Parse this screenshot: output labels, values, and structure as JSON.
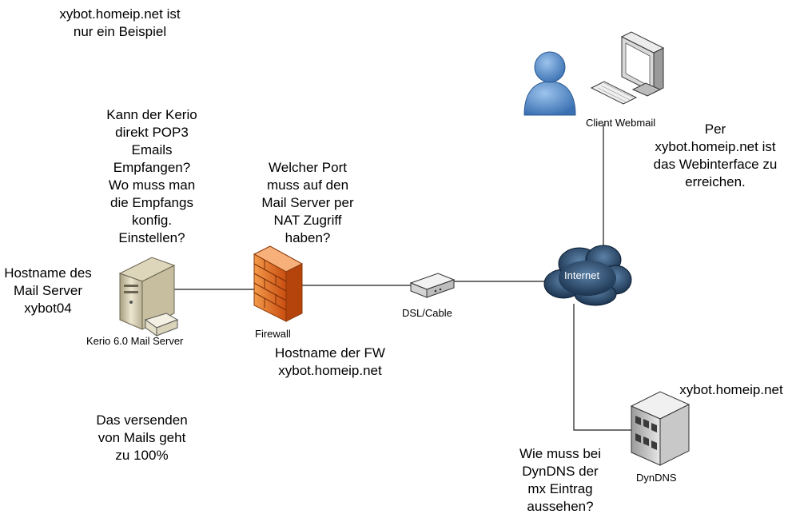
{
  "notes": {
    "example": "xybot.homeip.net ist\nnur ein Beispiel",
    "pop3_question": "Kann der Kerio\ndirekt POP3\nEmails\nEmpfangen?\nWo muss man\ndie Empfangs\nkonfig.\nEinstellen?",
    "mail_hostname": "Hostname des\nMail Server\nxybot04",
    "sending": "Das versenden\nvon Mails geht\nzu 100%",
    "port_question": "Welcher Port\nmuss auf den\nMail Server per\nNAT Zugriff\nhaben?",
    "fw_hostname": "Hostname der FW\nxybot.homeip.net",
    "webinterface": "Per\nxybot.homeip.net ist\ndas Webinterface zu\nerreichen.",
    "dyndns_host": "xybot.homeip.net",
    "mx_question": "Wie muss bei\nDynDNS der\nmx Eintrag\naussehen?"
  },
  "nodes": {
    "mail_server": "Kerio 6.0 Mail Server",
    "firewall": "Firewall",
    "modem": "DSL/Cable",
    "internet": "Internet",
    "client": "Client Webmail",
    "dyndns": "DynDNS"
  },
  "colors": {
    "line": "#1a1a1a",
    "cloud": "#1b3a5c",
    "firewall": "#e8651e",
    "user": "#4d84c4"
  }
}
